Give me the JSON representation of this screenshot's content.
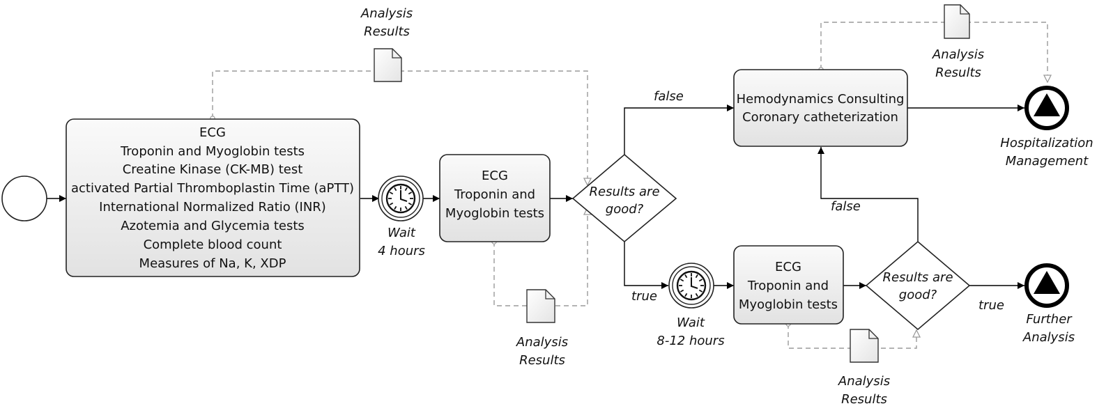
{
  "start_event": {},
  "task_initial": {
    "lines": [
      "ECG",
      "Troponin and Myoglobin tests",
      "Creatine Kinase (CK-MB) test",
      "activated Partial Thromboplastin Time (aPTT)",
      "International Normalized Ratio (INR)",
      "Azotemia and Glycemia tests",
      "Complete blood count",
      "Measures of Na, K, XDP"
    ]
  },
  "timer_1": {
    "label_line1": "Wait",
    "label_line2": "4 hours"
  },
  "task_repeat_1": {
    "lines": [
      "ECG",
      "Troponin and",
      "Myoglobin tests"
    ]
  },
  "gateway_1": {
    "line1": "Results are",
    "line2": "good?"
  },
  "gateway_1_false": "false",
  "gateway_1_true": "true",
  "task_hemodynamics": {
    "lines": [
      "Hemodynamics Consulting",
      "Coronary catheterization"
    ]
  },
  "end_hospitalization": {
    "line1": "Hospitalization",
    "line2": "Management"
  },
  "timer_2": {
    "label_line1": "Wait",
    "label_line2": "8-12 hours"
  },
  "task_repeat_2": {
    "lines": [
      "ECG",
      "Troponin and",
      "Myoglobin tests"
    ]
  },
  "gateway_2": {
    "line1": "Results are",
    "line2": "good?"
  },
  "gateway_2_false": "false",
  "gateway_2_true": "true",
  "end_further": {
    "line1": "Further",
    "line2": "Analysis"
  },
  "doc_1": {
    "line1": "Analysis",
    "line2": "Results"
  },
  "doc_2": {
    "line1": "Analysis",
    "line2": "Results"
  },
  "doc_3": {
    "line1": "Analysis",
    "line2": "Results"
  },
  "doc_4": {
    "line1": "Analysis",
    "line2": "Results"
  }
}
